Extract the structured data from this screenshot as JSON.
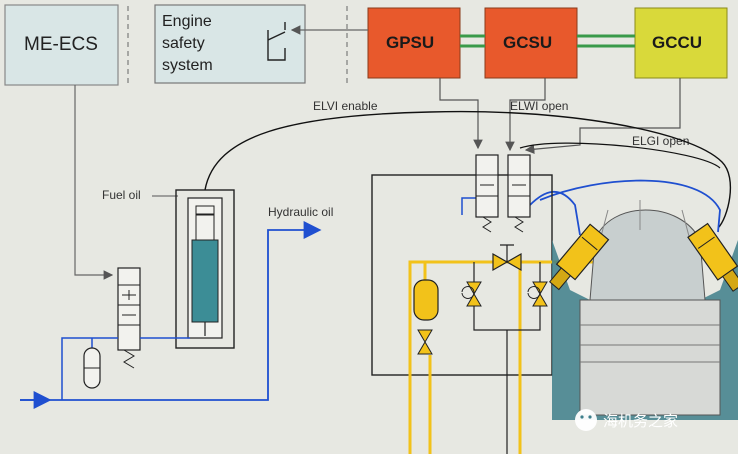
{
  "boxes": {
    "me_ecs": "ME-ECS",
    "engine_safety": [
      "Engine",
      "safety",
      "system"
    ],
    "gpsu": "GPSU",
    "gcsu": "GCSU",
    "gccu": "GCCU"
  },
  "labels": {
    "elvi_enable": "ELVI enable",
    "elwi_open": "ELWI open",
    "elgi_open": "ELGI open",
    "fuel_oil": "Fuel oil",
    "hydraulic_oil": "Hydraulic oil"
  },
  "watermark": "海机务之家",
  "colors": {
    "gpsu": "#e8592c",
    "gcsu": "#e8592c",
    "gccu": "#d9d93a",
    "link": "#3a9a4a",
    "hydraulic": "#1f4fd0",
    "gas": "#f2c21a",
    "fuel_accum": "#3c8d96",
    "box_bg": "#d9e6e6"
  }
}
